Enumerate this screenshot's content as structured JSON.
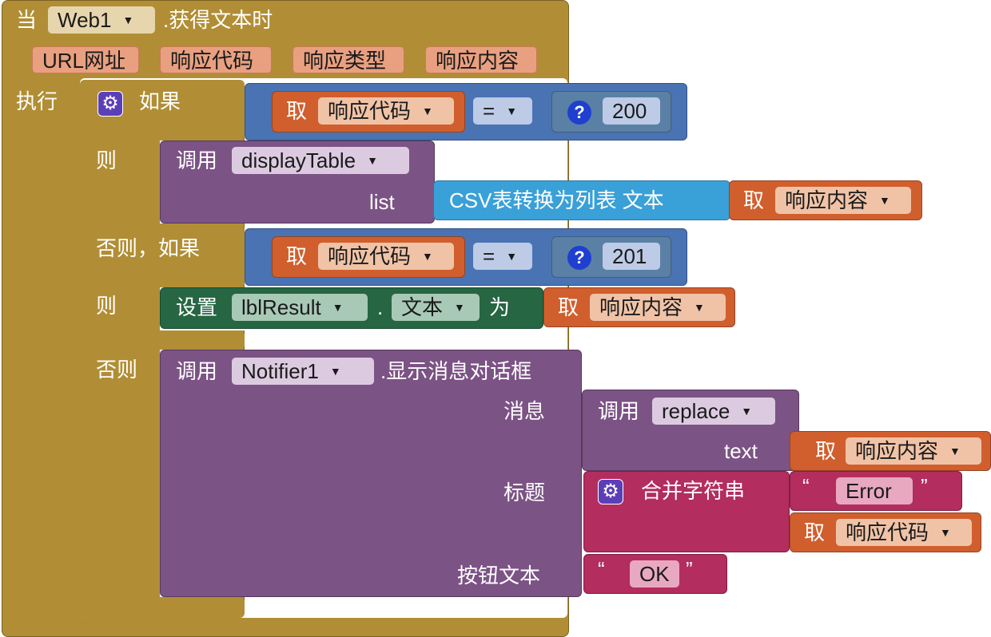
{
  "event": {
    "when": "当",
    "component": "Web1",
    "event_name": ".获得文本时",
    "params": [
      "URL网址",
      "响应代码",
      "响应类型",
      "响应内容"
    ],
    "do": "执行"
  },
  "if_block": {
    "if_label": "如果",
    "then_label": "则",
    "else_if_label": "否则，如果",
    "else_label": "否则"
  },
  "get_label": "取",
  "cond1": {
    "var": "响应代码",
    "op": "=",
    "value": "200"
  },
  "call1": {
    "call": "调用",
    "procedure": "displayTable",
    "arg_label": "list"
  },
  "csv": {
    "label": "CSV表转换为列表  文本",
    "var": "响应内容"
  },
  "cond2": {
    "var": "响应代码",
    "op": "=",
    "value": "201"
  },
  "set1": {
    "set": "设置",
    "component": "lblResult",
    "dot": ".",
    "property": "文本",
    "to": "为",
    "var": "响应内容"
  },
  "notifier": {
    "call": "调用",
    "component": "Notifier1",
    "method": ".显示消息对话框",
    "message_label": "消息",
    "title_label": "标题",
    "button_label": "按钮文本"
  },
  "replace": {
    "call": "调用",
    "procedure": "replace",
    "arg_label": "text",
    "var": "响应内容"
  },
  "join": {
    "label": "合并字符串",
    "text1": "Error",
    "var": "响应代码"
  },
  "ok_text": {
    "value": "OK"
  },
  "quote_open": "“",
  "quote_close": "”",
  "dropdown_arrow": "▼",
  "icons": {
    "gear": "gear-icon",
    "help": "question-icon"
  },
  "colors": {
    "event": "#b18e35",
    "variable": "#d05f2d",
    "compare": "#4a73b3",
    "procedure": "#7c5385",
    "list": "#3aa0d8",
    "setter": "#266643",
    "text": "#b32d5e"
  }
}
